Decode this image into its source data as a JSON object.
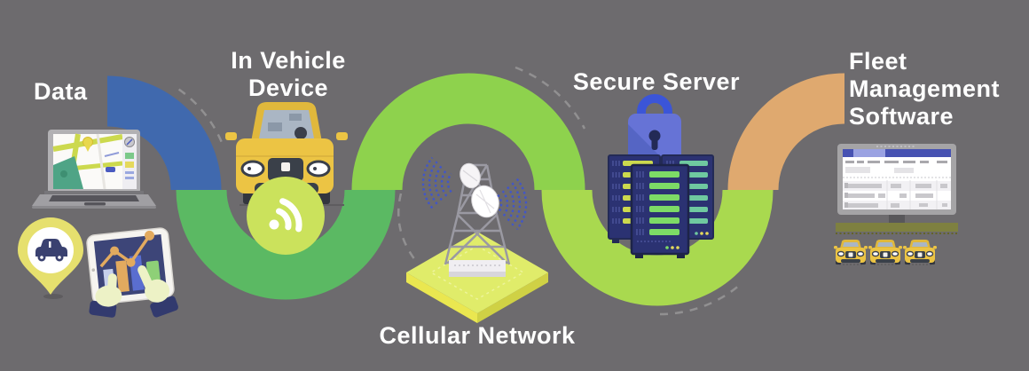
{
  "steps": [
    {
      "id": "data",
      "label": "Data"
    },
    {
      "id": "in_vehicle_device",
      "line1": "In Vehicle",
      "line2": "Device"
    },
    {
      "id": "cellular_network",
      "label": "Cellular Network"
    },
    {
      "id": "secure_server",
      "label": "Secure Server"
    },
    {
      "id": "fleet_management_software",
      "line1": "Fleet",
      "line2": "Management",
      "line3": "Software"
    }
  ],
  "icons": [
    "laptop-map-icon",
    "car-location-pin-icon",
    "tablet-analytics-hands-icon",
    "vehicle-front-icon",
    "wifi-obd-badge-icon",
    "cell-tower-icon",
    "padlock-icon",
    "server-racks-icon",
    "monitor-dashboard-icon",
    "fleet-cars-icon"
  ],
  "colors": {
    "background": "#6d6b6e",
    "label_text": "#ffffff",
    "segment_data_blue": "#4069ae",
    "segment_vehicle_green": "#5bb963",
    "segment_cellular_green": "#8ed24d",
    "segment_server_lime": "#a9d94f",
    "segment_fleet_tan": "#dfa96f",
    "wifi_badge_green": "#cbe25c",
    "signal_wave_blue": "#4156c8",
    "lock_blue": "#6673d6",
    "server_navy": "#2b3272",
    "vehicle_yellow": "#ecc444",
    "pin_yellow": "#e6e06e",
    "platform_yellow_green": "#e0ec6a",
    "dashed_path_gray": "#9e9c9e"
  }
}
